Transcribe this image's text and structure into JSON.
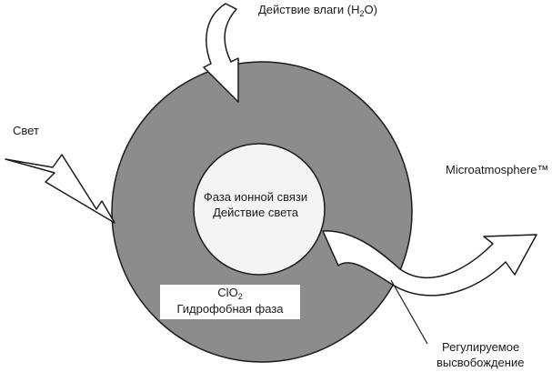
{
  "colors": {
    "outer_ring": "#8c8c8c",
    "inner_core": "#f4f4f4",
    "outline": "#1a1a1a",
    "arrow_fill": "#ffffff",
    "label_box": "#ffffff"
  },
  "labels": {
    "moisture_prefix": "Действие влаги (H",
    "moisture_sub": "2",
    "moisture_suffix": "O)",
    "light": "Свет",
    "microatmosphere": "Microatmosphere™",
    "core_line1": "Фаза ионной связи",
    "core_line2": "Действие света",
    "clo2_prefix": "ClO",
    "clo2_sub": "2",
    "hydrophobic": "Гидрофобная фаза",
    "release_line1": "Регулируемое",
    "release_line2": "высвобождение"
  }
}
